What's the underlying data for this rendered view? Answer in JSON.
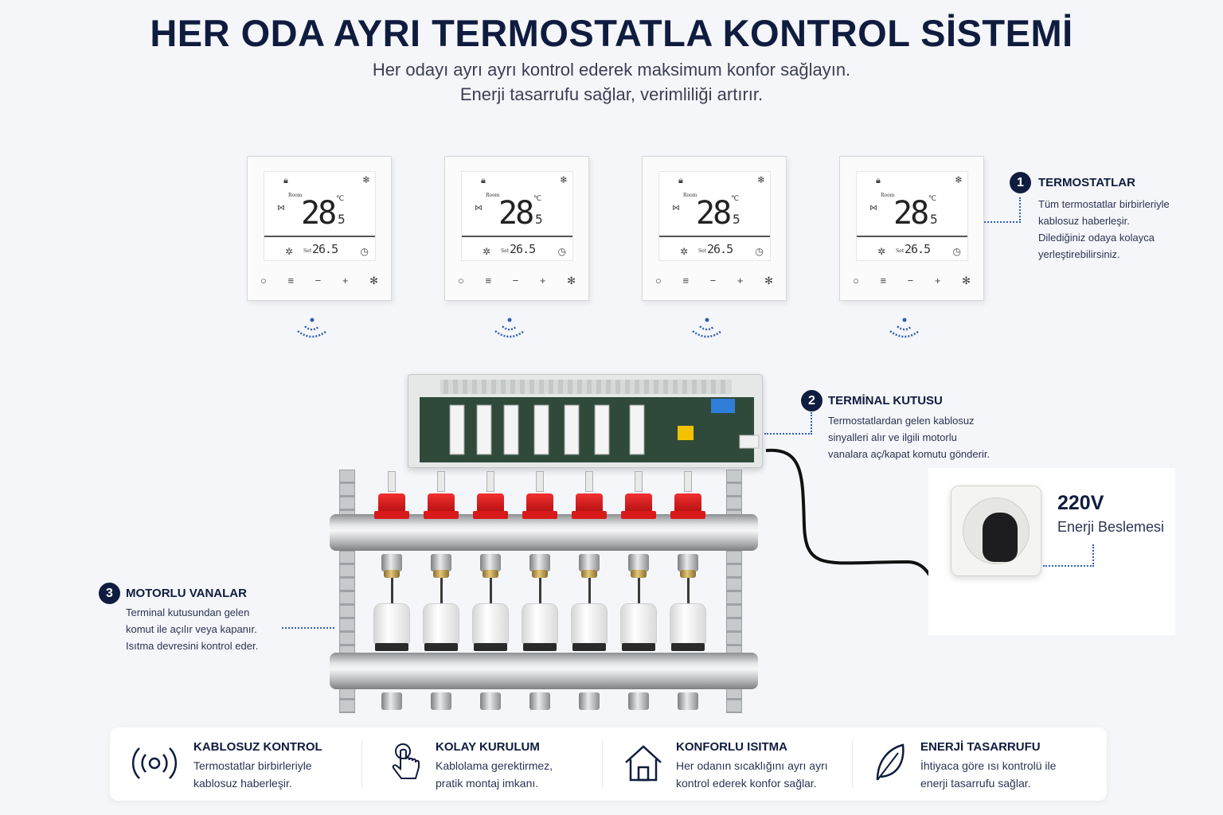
{
  "header": {
    "title": "HER ODA AYRI TERMOSTATLA KONTROL SİSTEMİ",
    "subtitle_line1": "Her odayı ayrı ayrı kontrol ederek maksimum konfor sağlayın.",
    "subtitle_line2": "Enerji tasarrufu sağlar, verimliliği artırır."
  },
  "thermostat_display": {
    "room_label": "Room",
    "temperature": "28",
    "temperature_decimal": "5",
    "unit": "℃",
    "set_label": "Set",
    "set_temperature": "26.5"
  },
  "callouts": [
    {
      "number": "1",
      "title": "TERMOSTATLAR",
      "lines": [
        "Tüm termostatlar birbirleriyle",
        "kablosuz haberleşir.",
        "Dilediğiniz odaya kolayca",
        "yerleştirebilirsiniz."
      ]
    },
    {
      "number": "2",
      "title": "TERMİNAL KUTUSU",
      "lines": [
        "Termostatlardan gelen kablosuz",
        "sinyalleri alır ve ilgili motorlu",
        "vanalara aç/kapat komutu gönderir."
      ]
    },
    {
      "number": "3",
      "title": "MOTORLU VANALAR",
      "lines": [
        "Terminal kutusundan gelen",
        "komut ile açılır veya kapanır.",
        "Isıtma devresini kontrol eder."
      ]
    }
  ],
  "power": {
    "voltage": "220V",
    "label": "Enerji Beslemesi"
  },
  "features": [
    {
      "icon": "wireless-signal-icon",
      "title": "KABLOSUZ KONTROL",
      "line1": "Termostatlar birbirleriyle",
      "line2": "kablosuz haberleşir."
    },
    {
      "icon": "hand-touch-icon",
      "title": "KOLAY KURULUM",
      "line1": "Kablolama gerektirmez,",
      "line2": "pratik montaj imkanı."
    },
    {
      "icon": "house-icon",
      "title": "KONFORLU ISITMA",
      "line1": "Her odanın sıcaklığını ayrı ayrı",
      "line2": "kontrol ederek konfor sağlar."
    },
    {
      "icon": "leaf-icon",
      "title": "ENERJİ TASARRUFU",
      "line1": "İhtiyaca göre ısı kontrolü ile",
      "line2": "enerji tasarrufu sağlar."
    }
  ],
  "colors": {
    "navy": "#0f1c3f",
    "accent_blue": "#2f5db8",
    "valve_red": "#d81a1a"
  }
}
